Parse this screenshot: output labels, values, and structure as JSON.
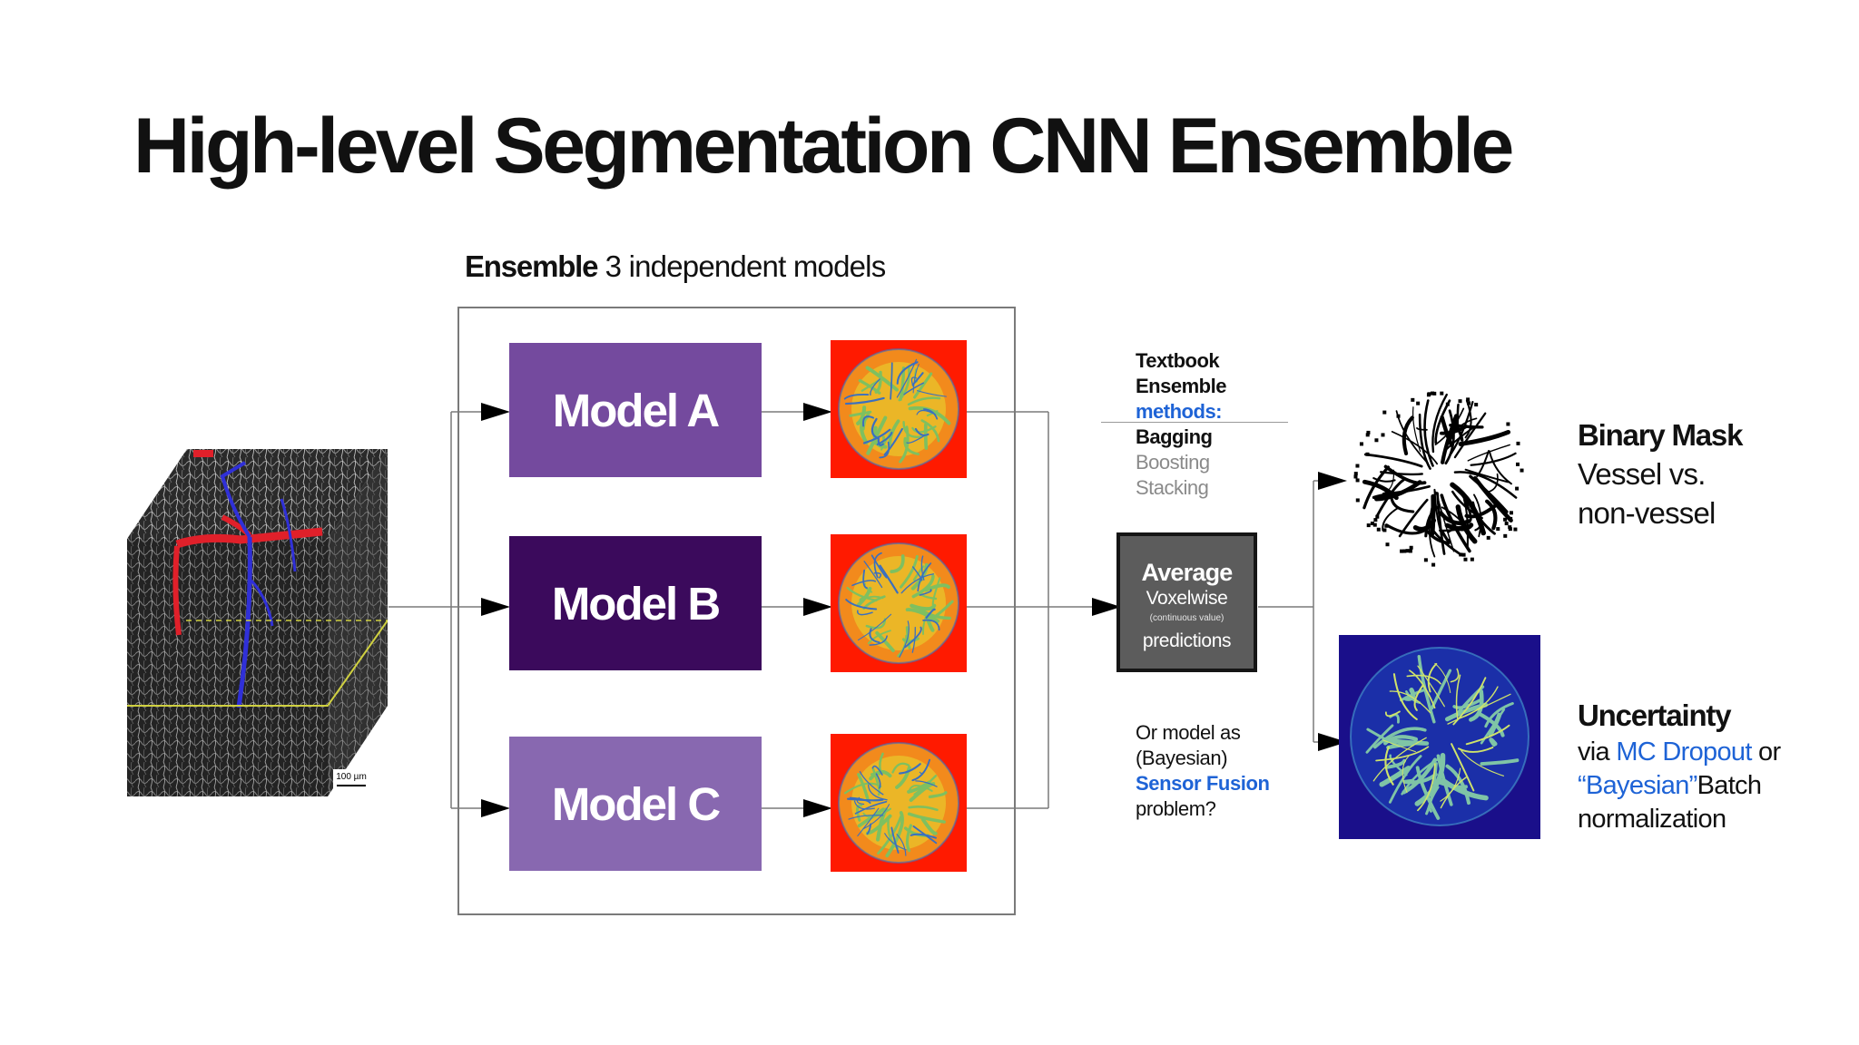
{
  "slide": {
    "title": "High-level Segmentation CNN Ensemble"
  },
  "ensemble": {
    "heading_bold": "Ensemble",
    "heading_rest": " 3 independent models",
    "models": [
      {
        "label": "Model A",
        "color": "#744a9e"
      },
      {
        "label": "Model B",
        "color": "#3b0a5c"
      },
      {
        "label": "Model C",
        "color": "#8868b0"
      }
    ]
  },
  "input_volume": {
    "scale_label": "100 µm"
  },
  "methods": {
    "line1": "Textbook",
    "line2": "Ensemble",
    "line3": "methods:",
    "bagging": "Bagging",
    "boosting": "Boosting",
    "stacking": "Stacking"
  },
  "average_box": {
    "title": "Average",
    "subtitle": "Voxelwise",
    "note": "(continuous value)",
    "predictions": "predictions"
  },
  "fusion_note": {
    "line1": "Or model as",
    "line2": "(Bayesian)",
    "line3": "Sensor Fusion",
    "line4": "problem?"
  },
  "outputs": {
    "binary": {
      "title": "Binary Mask",
      "line1": "Vessel vs.",
      "line2": "non-vessel"
    },
    "uncertainty": {
      "title": "Uncertainty",
      "via": "via ",
      "mc": "MC Dropout",
      "or": " or",
      "bayesian": "“Bayesian”",
      "batch": "Batch",
      "norm": "normalization"
    }
  },
  "colors": {
    "accent_blue": "#1e63d6",
    "prediction_bg": "#ff1a00",
    "uncertainty_bg": "#1a0f8a"
  }
}
